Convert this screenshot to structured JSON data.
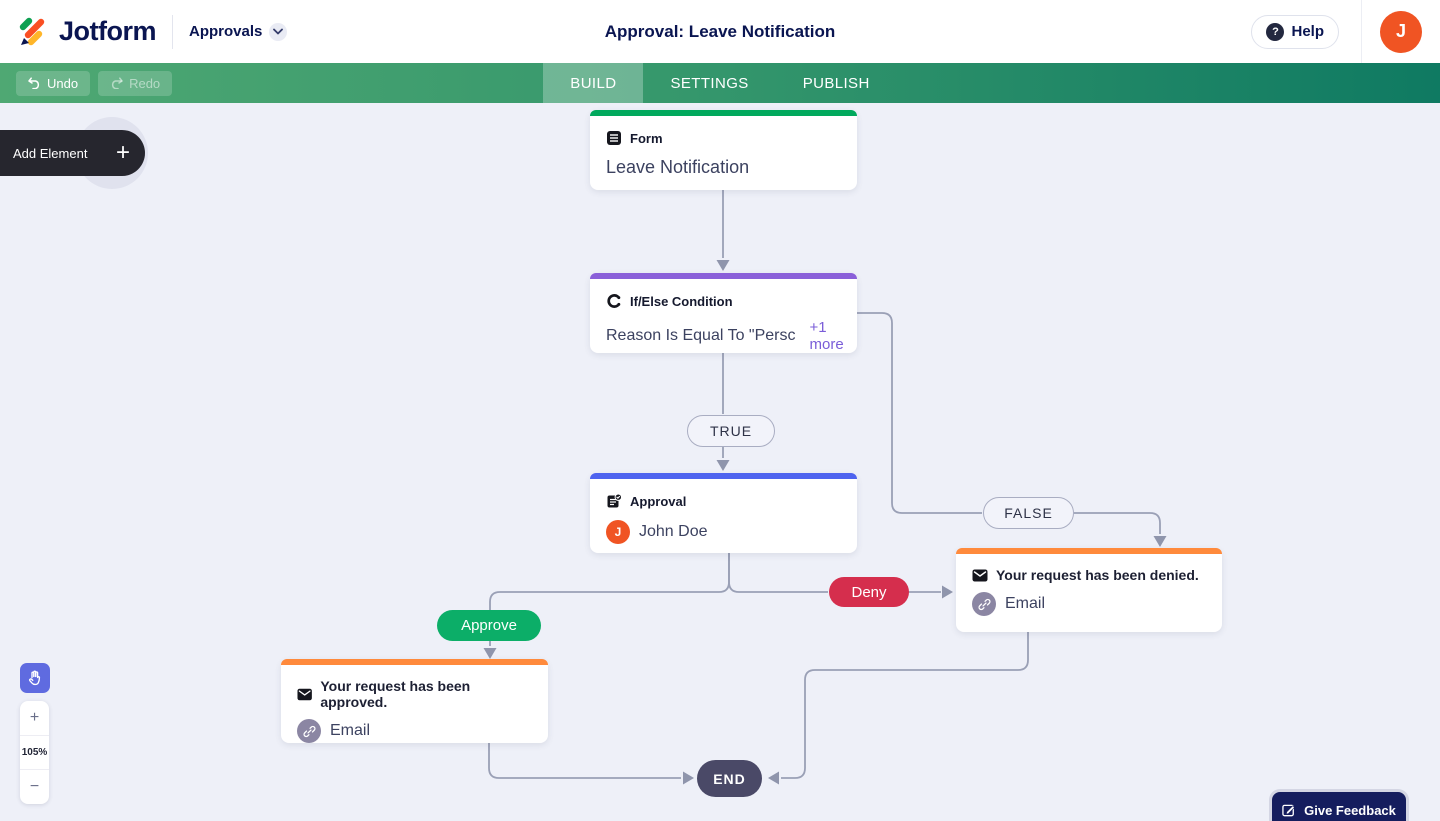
{
  "header": {
    "brand": "Jotform",
    "nav_label": "Approvals",
    "title": "Approval: Leave Notification",
    "help_label": "Help",
    "avatar_initial": "J"
  },
  "toolbar": {
    "undo_label": "Undo",
    "redo_label": "Redo",
    "tabs": [
      {
        "label": "BUILD",
        "active": true
      },
      {
        "label": "SETTINGS",
        "active": false
      },
      {
        "label": "PUBLISH",
        "active": false
      }
    ]
  },
  "canvas": {
    "add_element_label": "Add Element",
    "nodes": {
      "form": {
        "type_label": "Form",
        "title": "Leave Notification",
        "accent": "#01a95d"
      },
      "condition": {
        "type_label": "If/Else Condition",
        "rule_text": "Reason Is Equal To \"Persc",
        "more_label": "+1 more",
        "accent": "#8a5fd9"
      },
      "approval": {
        "type_label": "Approval",
        "assignee": "John Doe",
        "assignee_initial": "J",
        "accent": "#4e63ef"
      },
      "email_denied": {
        "title": "Your request has been denied.",
        "channel": "Email",
        "accent": "#ff8a3c"
      },
      "email_approved": {
        "title": "Your request has been approved.",
        "channel": "Email",
        "accent": "#ff8a3c"
      }
    },
    "branch_labels": {
      "true": "TRUE",
      "false": "FALSE",
      "end": "END"
    },
    "action_labels": {
      "approve": "Approve",
      "deny": "Deny"
    },
    "action_colors": {
      "approve": "#0cae68",
      "deny": "#d52e4d"
    }
  },
  "zoom_controls": {
    "zoom_in": "+",
    "zoom_level": "105%",
    "zoom_out": "−"
  },
  "feedback": {
    "label": "Give Feedback"
  }
}
